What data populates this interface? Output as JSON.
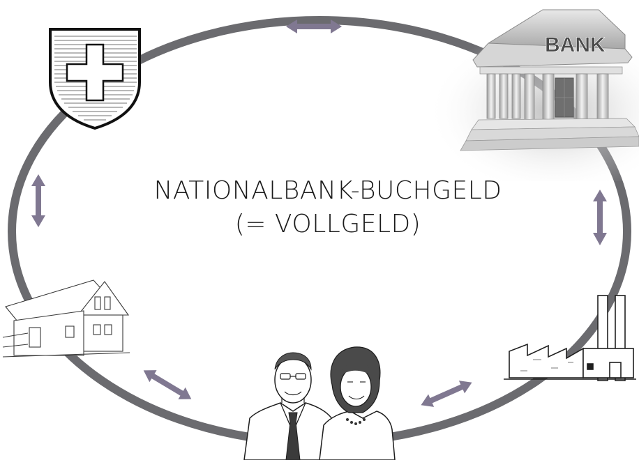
{
  "center": {
    "line1": "NATIONALBANK-BUCHGELD",
    "line2": "(= VOLLGELD)"
  },
  "bank": {
    "sign": "BANK"
  },
  "nodes": [
    {
      "name": "swiss-coat-of-arms",
      "icon": "swiss-shield-icon"
    },
    {
      "name": "bank-building",
      "icon": "bank-building-icon"
    },
    {
      "name": "factory",
      "icon": "factory-icon"
    },
    {
      "name": "couple",
      "icon": "people-icon"
    },
    {
      "name": "house",
      "icon": "house-icon"
    }
  ],
  "colors": {
    "ring": "#6b6b6f",
    "arrow": "#807891",
    "shield_red": "#ffffff",
    "sketch": "#333333"
  }
}
